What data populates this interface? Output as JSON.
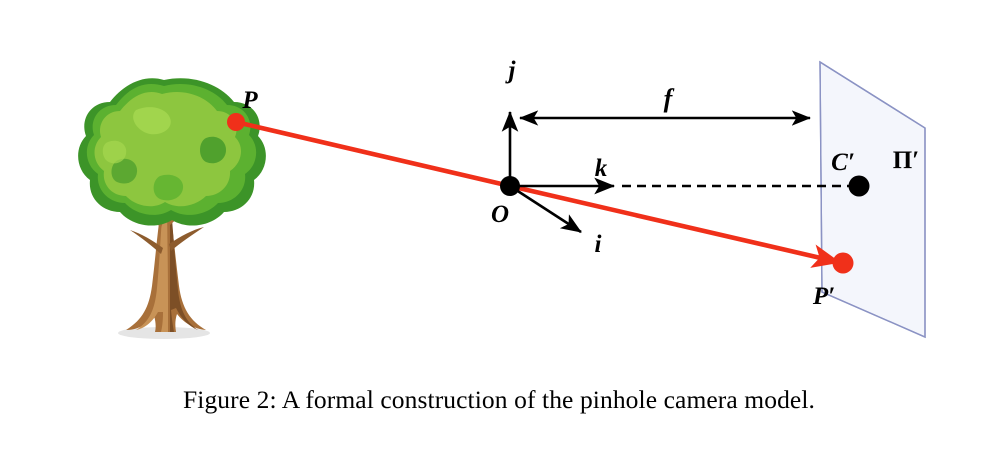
{
  "figure": {
    "caption": "Figure 2: A formal construction of the pinhole camera model.",
    "labels": {
      "point_P": "P",
      "point_O": "O",
      "axis_i": "i",
      "axis_j": "j",
      "axis_k": "k",
      "focal_length": "f",
      "point_C_prime": "C′",
      "plane_pi_prime": "Π′",
      "point_P_prime": "P′"
    },
    "colors": {
      "ray": "#f0301a",
      "point_marker": "#f0301a",
      "axis": "#000000",
      "image_plane_fill": "#f4f6fc",
      "image_plane_stroke": "#8b93c4",
      "foliage_light": "#8dc63f",
      "foliage_mid": "#5cb130",
      "foliage_dark": "#3c9428",
      "trunk_light": "#c89357",
      "trunk_mid": "#a8703a",
      "trunk_dark": "#7d4f26",
      "background": "#ffffff",
      "caption_text": "#000000"
    },
    "geometry": {
      "origin_O": [
        510,
        186
      ],
      "point_P": [
        236,
        122
      ],
      "point_P_prime": [
        843,
        263
      ],
      "point_C_prime": [
        859,
        186
      ],
      "focal_arrow_from": [
        518,
        118
      ],
      "focal_arrow_to": [
        812,
        118
      ],
      "image_plane_corners": [
        [
          820,
          62
        ],
        [
          925,
          128
        ],
        [
          925,
          337
        ],
        [
          822,
          292
        ]
      ]
    }
  }
}
